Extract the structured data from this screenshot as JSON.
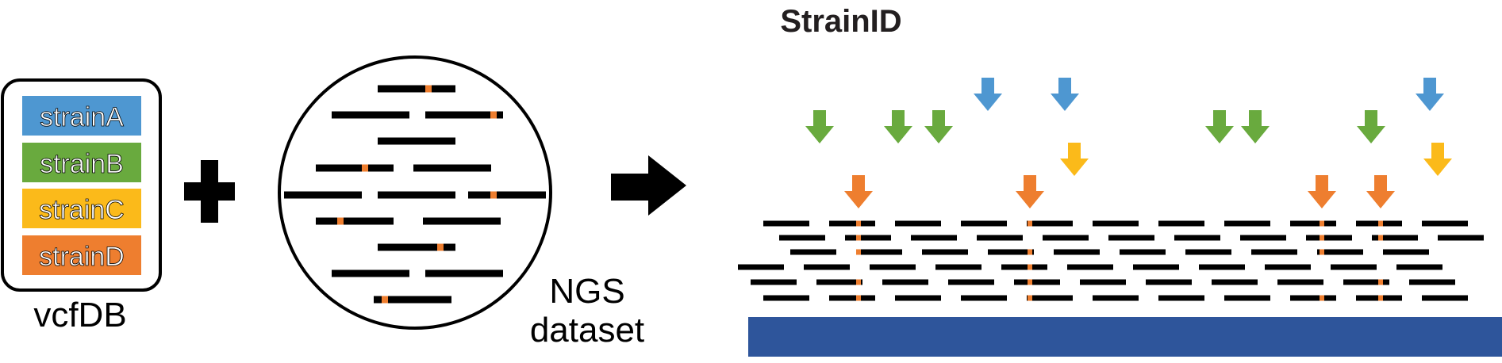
{
  "title": "StrainID",
  "vcfdb": {
    "label": "vcfDB",
    "strains": [
      {
        "name": "strainA",
        "color": "#4E97D1"
      },
      {
        "name": "strainB",
        "color": "#69AA3E"
      },
      {
        "name": "strainC",
        "color": "#FBBA1A"
      },
      {
        "name": "strainD",
        "color": "#EE7E2F"
      }
    ]
  },
  "ngs": {
    "label_line1": "NGS",
    "label_line2": "dataset"
  },
  "colors": {
    "read": "#000000",
    "variant": "#EE7E2F",
    "reference": "#2E559B",
    "arrow_a": "#4E97D1",
    "arrow_b": "#69AA3E",
    "arrow_c": "#FBBA1A",
    "arrow_d": "#EE7E2F"
  },
  "icons": {
    "plus": "plus-icon",
    "arrow": "right-arrow-icon",
    "marker": "down-arrow-icon"
  }
}
